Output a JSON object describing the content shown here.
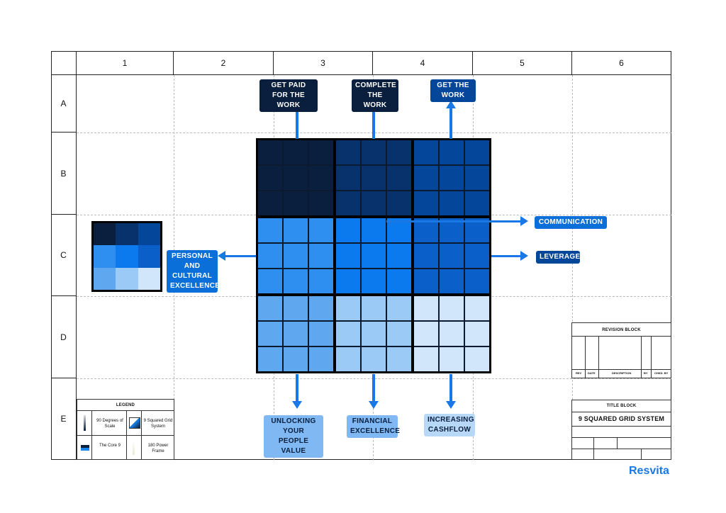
{
  "columns": [
    "1",
    "2",
    "3",
    "4",
    "5",
    "6"
  ],
  "rows": [
    "A",
    "B",
    "C",
    "D",
    "E"
  ],
  "colors": {
    "dark_navy": "#0a1e3d",
    "navy": "#08326b",
    "dark_blue": "#04479a",
    "bright_blue": "#1a86f0",
    "blue": "#0a73e8",
    "medium_blue": "#0a5fc8",
    "sky_blue": "#5fa8f0",
    "light_blue": "#9ccaf6",
    "pale_blue": "#d2e6fb",
    "arrow": "#1778e6"
  },
  "grid_colors": [
    [
      "#0a1e3d",
      "#08326b",
      "#04479a"
    ],
    [
      "#2f8ff0",
      "#0a7aee",
      "#0a5fc8"
    ],
    [
      "#5fa8f0",
      "#9ccaf6",
      "#d2e6fb"
    ]
  ],
  "labels": {
    "get_paid": "GET PAID FOR THE WORK",
    "complete": "COMPLETE THE WORK",
    "get_work": "GET THE WORK",
    "communication": "COMMUNICATION",
    "leverage": "LEVERAGE",
    "personal": "PERSONAL AND CULTURAL EXCELLENCE",
    "unlocking": "UNLOCKING YOUR PEOPLE VALUE",
    "financial": "FINANCIAL EXCELLENCE",
    "cashflow": "INCREASING CASHFLOW"
  },
  "revision_block": {
    "title": "REVISION BLOCK",
    "headers": [
      "REV",
      "DATE",
      "DESCRIPTION",
      "BY",
      "CHKD. BY"
    ]
  },
  "title_block": {
    "title": "TITLE BLOCK",
    "name": "9 SQUARED GRID SYSTEM"
  },
  "legend": {
    "title": "LEGEND",
    "items": [
      "90 Degrees of Scale",
      "9 Squared Grid System",
      "The Core 9",
      "180 Power Frame"
    ]
  },
  "brand": "Resvita"
}
